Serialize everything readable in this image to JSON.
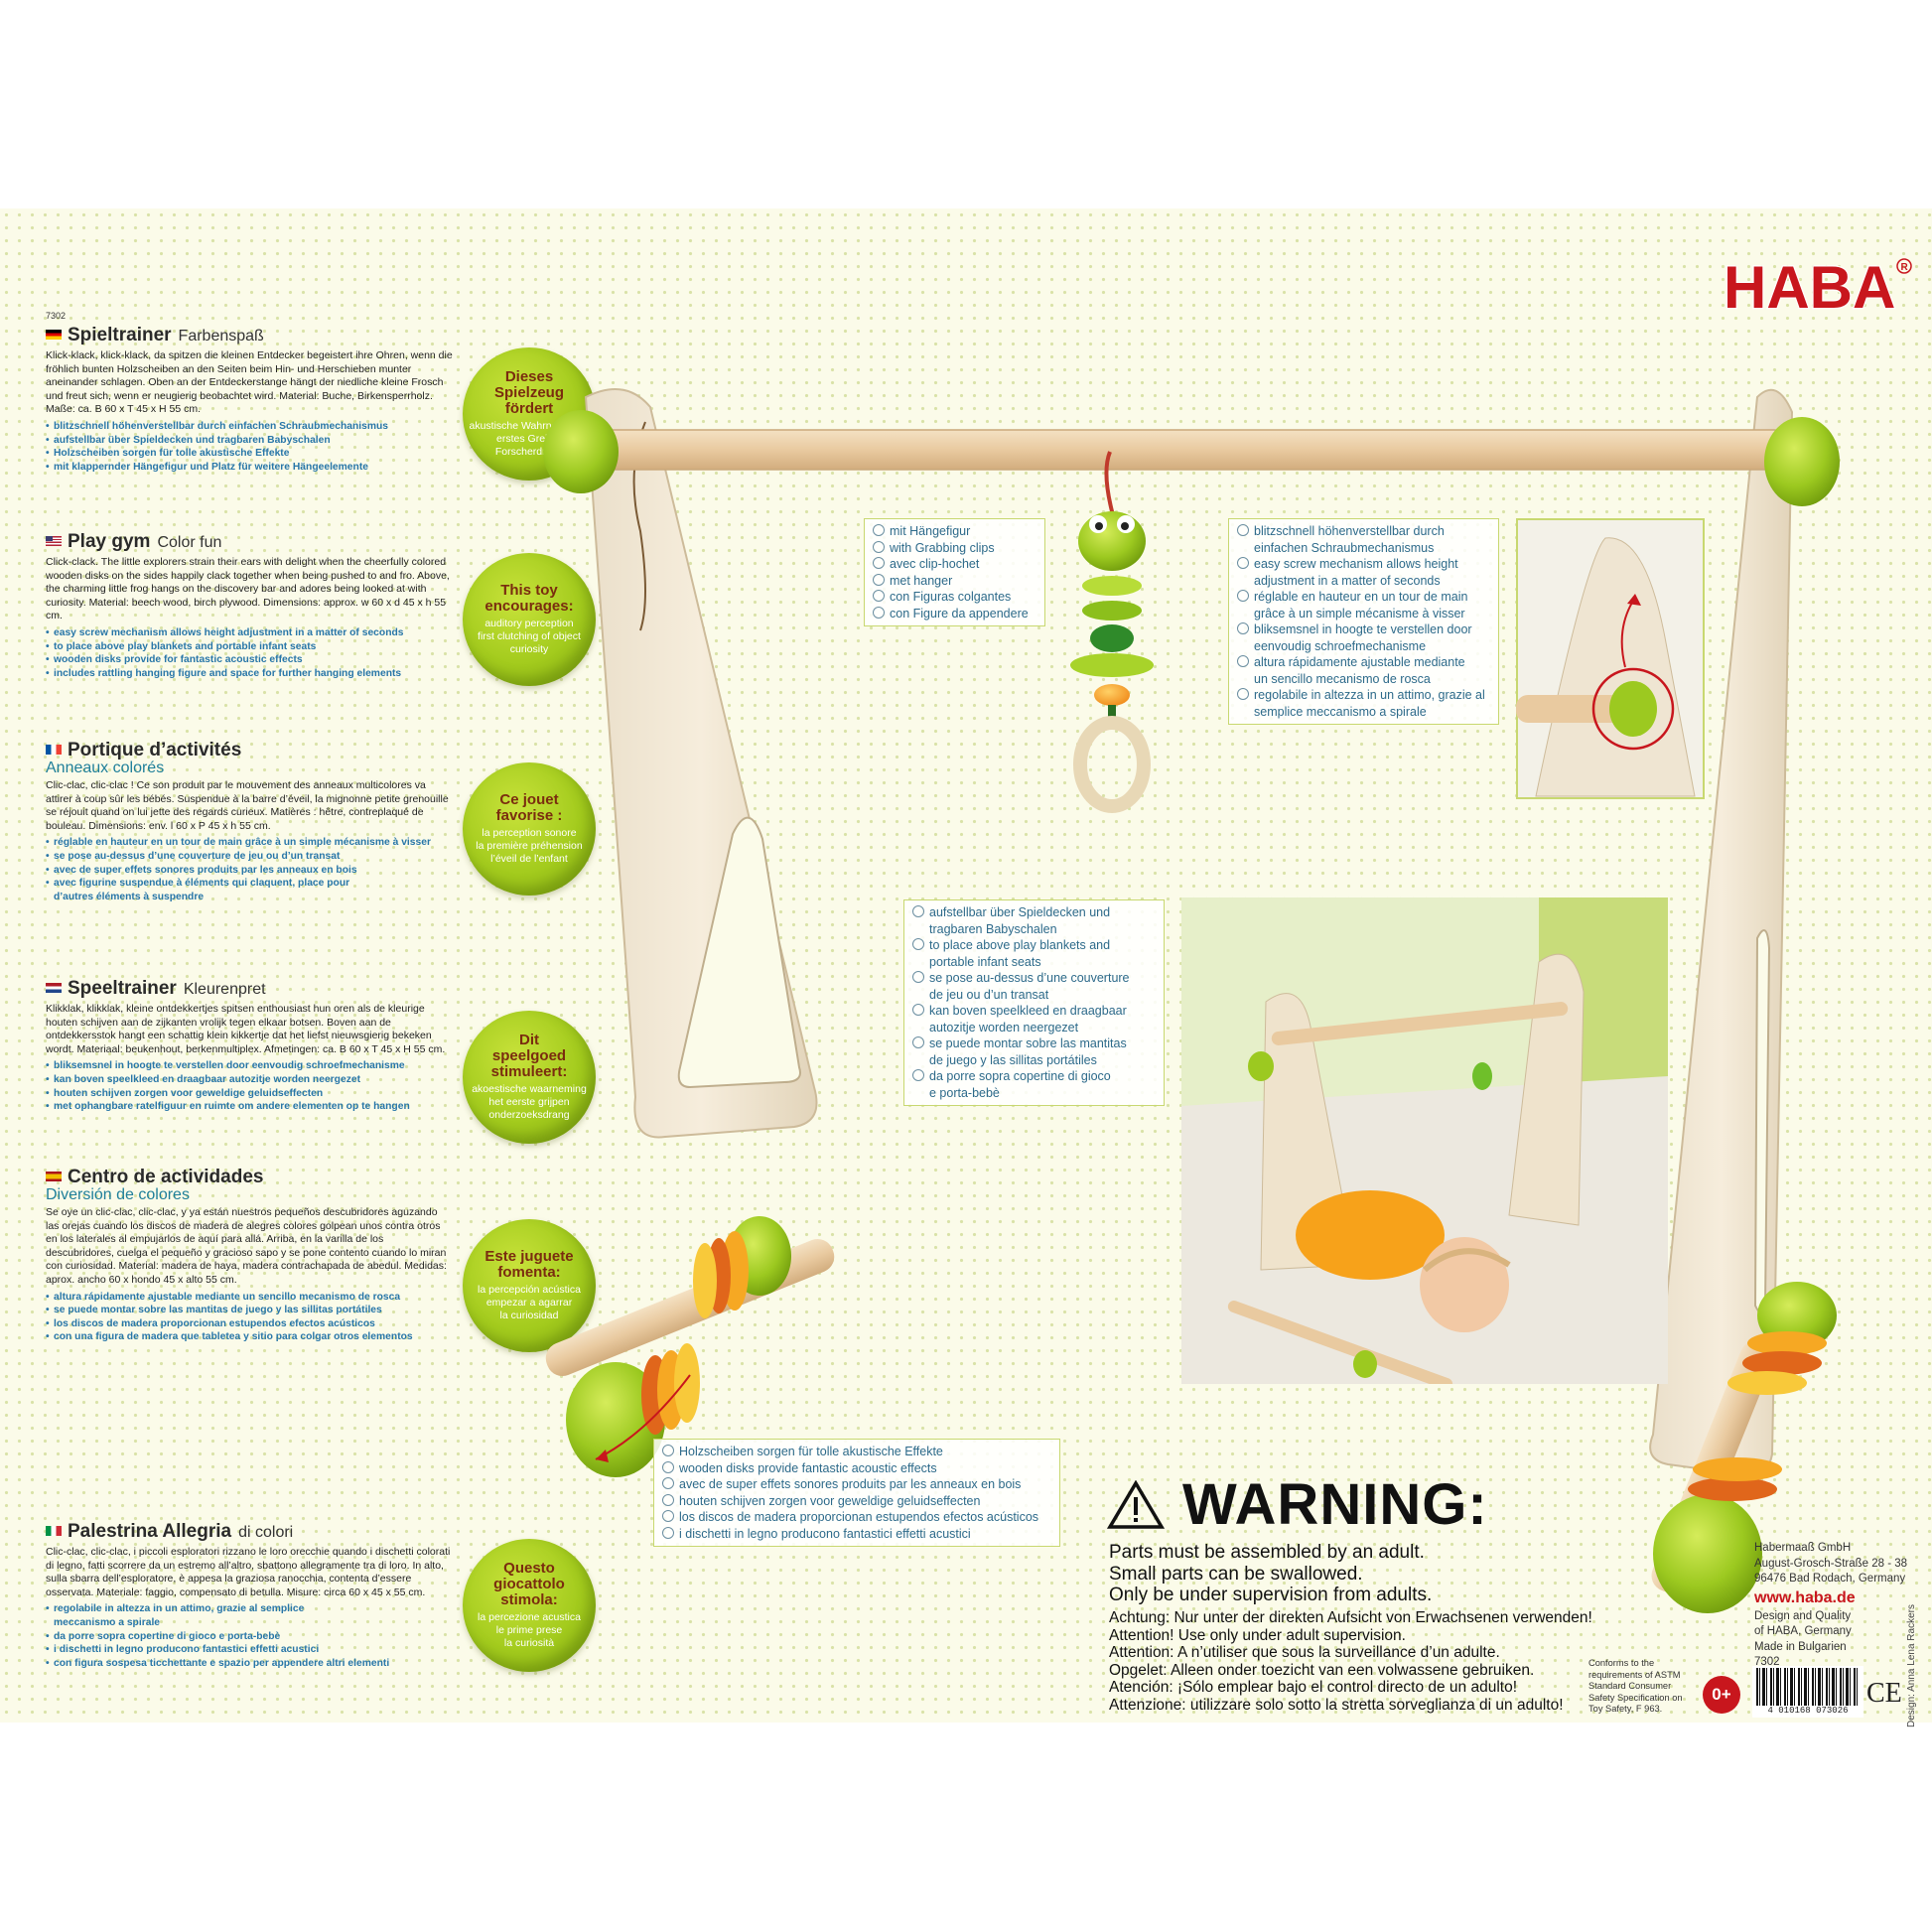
{
  "brand": {
    "logo_text": "HABA",
    "registered": "®"
  },
  "product_number": "7302",
  "languages": [
    {
      "title": "Spieltrainer",
      "subtitle": "Farbenspaß",
      "subtitle2": "",
      "body": "Klick-klack, klick-klack, da spitzen die kleinen Entdecker begeistert ihre Ohren, wenn die fröhlich bunten Holzscheiben an den Seiten beim Hin- und Herschieben munter aneinander schlagen. Oben an der Entdeckerstange hängt der niedliche kleine Frosch und freut sich, wenn er neugierig beobachtet wird. Material: Buche, Birkensperrholz. Maße: ca. B 60 x T 45 x H 55 cm.",
      "bullets": [
        "blitzschnell höhenverstellbar durch einfachen Schraubmechanismus",
        "aufstellbar über Spieldecken und tragbaren Babyschalen",
        "Holzscheiben sorgen für tolle akustische Effekte",
        "mit klappernder Hängefigur und Platz für weitere Hängeelemente"
      ]
    },
    {
      "title": "Play gym",
      "subtitle": "Color fun",
      "subtitle2": "",
      "body": "Click-clack. The little explorers strain their ears with delight when the cheerfully colored wooden disks on the sides happily clack together when being pushed to and fro. Above, the charming little frog hangs on the discovery bar and adores being looked at with curiosity. Material: beech wood, birch plywood. Dimensions: approx. w 60 x d 45 x h 55 cm.",
      "bullets": [
        "easy screw mechanism allows height adjustment in a matter of seconds",
        "to place above play blankets and portable infant seats",
        "wooden disks provide for fantastic acoustic effects",
        "includes rattling hanging figure and space for further hanging elements"
      ]
    },
    {
      "title": "Portique d’activités",
      "subtitle": "",
      "subtitle2": "Anneaux colorés",
      "body": "Clic-clac, clic-clac ! Ce son produit par le mouvement des anneaux multicolores va attirer à coup sûr les bébés. Suspendue à la barre d’éveil, la mignonne petite grenouille se réjouit quand on lui jette des regards curieux. Matières : hêtre, contreplaqué de bouleau. Dimensions: env. l 60 x P 45 x h 55 cm.",
      "bullets": [
        "réglable en hauteur en un tour de main grâce à un simple mécanisme à visser",
        "se pose au-dessus d’une couverture de jeu ou d’un transat",
        "avec de super effets sonores produits par les anneaux en bois",
        "avec figurine suspendue à éléments qui claquent, place pour d’autres éléments à suspendre"
      ]
    },
    {
      "title": "Speeltrainer",
      "subtitle": "Kleurenpret",
      "subtitle2": "",
      "body": "Klikklak, klikklak, kleine ontdekkertjes spitsen enthousiast hun oren als de kleurige houten schijven aan de zijkanten vrolijk tegen elkaar botsen. Boven aan de ontdekkersstok hangt een schattig klein kikkertje dat het liefst nieuwsgierig bekeken wordt. Materiaal: beukenhout, berkenmultiplex. Afmetingen: ca. B 60 x T 45 x H 55 cm.",
      "bullets": [
        "bliksemsnel in hoogte te verstellen door eenvoudig schroefmechanisme",
        "kan boven speelkleed en draagbaar autozitje worden neergezet",
        "houten schijven zorgen voor geweldige geluidseffecten",
        "met ophangbare ratelfiguur en ruimte om andere elementen op te hangen"
      ]
    },
    {
      "title": "Centro de actividades",
      "subtitle": "",
      "subtitle2": "Diversión de colores",
      "body": "Se oye un clic-clac, clic-clac, y ya están nuestros pequeños descubridores aguzando las orejas cuando los discos de madera de alegres colores golpean unos contra otros en los laterales al empujarlos de aquí para allá. Arriba, en la varilla de los descubridores, cuelga el pequeño y gracioso sapo y se pone contento cuando lo miran con curiosidad. Material: madera de haya, madera contrachapada de abedul. Medidas: aprox. ancho 60 x hondo 45 x alto 55 cm.",
      "bullets": [
        "altura rápidamente ajustable mediante un sencillo mecanismo de rosca",
        "se puede montar sobre las mantitas de juego y las sillitas portátiles",
        "los discos de madera proporcionan estupendos efectos acústicos",
        "con una figura de madera que tabletea y sitio para colgar otros elementos"
      ]
    },
    {
      "title": "Palestrina Allegria",
      "subtitle": "di colori",
      "subtitle2": "",
      "body": "Clic-clac, clic-clac, i piccoli esploratori rizzano le loro orecchie quando i dischetti colorati di legno, fatti scorrere da un estremo all’altro, sbattono allegramente tra di loro. In alto, sulla sbarra dell’esploratore, è appesa la graziosa ranocchia, contenta d’essere osservata. Materiale: faggio, compensato di betulla. Misure: circa 60 x 45 x 55 cm.",
      "bullets": [
        "regolabile in altezza in un attimo, grazie al semplice meccanismo a spirale",
        "da porre sopra copertine di gioco e porta-bebè",
        "i dischetti in legno producono fantastici effetti acustici",
        "con figura sospesa ticchettante e spazio per appendere altri elementi"
      ]
    }
  ],
  "bubbles": [
    {
      "title": "Dieses Spielzeug fördert",
      "lines": [
        "akustische Wahrnehmung",
        "erstes Greifen",
        "Forscherdrang"
      ]
    },
    {
      "title": "This toy encourages:",
      "lines": [
        "auditory perception",
        "first clutching of object",
        "curiosity"
      ]
    },
    {
      "title": "Ce jouet favorise :",
      "lines": [
        "la perception sonore",
        "la première préhension",
        "l’éveil de l’enfant"
      ]
    },
    {
      "title": "Dit speelgoed stimuleert:",
      "lines": [
        "akoestische waarneming",
        "het eerste grijpen",
        "onderzoeksdrang"
      ]
    },
    {
      "title": "Este juguete fomenta:",
      "lines": [
        "la percepción acústica",
        "empezar a agarrar",
        "la curiosidad"
      ]
    },
    {
      "title": "Questo giocattolo stimola:",
      "lines": [
        "la percezione acustica",
        "le prime prese",
        "la curiosità"
      ]
    }
  ],
  "callouts": {
    "figure": [
      "mit Hängefigur",
      "with Grabbing clips",
      "avec clip-hochet",
      "met hanger",
      "con Figuras colgantes",
      "con Figure da appendere"
    ],
    "screw": [
      "blitzschnell höhenverstellbar durch",
      "einfachen Schraubmechanismus",
      "easy screw mechanism allows height",
      "adjustment in a matter of seconds",
      "réglable en hauteur en un tour de main",
      "grâce à un simple mécanisme à visser",
      "bliksemsnel in hoogte te verstellen door",
      "eenvoudig schroefmechanisme",
      "altura rápidamente ajustable mediante",
      "un sencillo mecanismo de rosca",
      "regolabile in altezza in un attimo, grazie al",
      "semplice meccanismo a spirale"
    ],
    "placement": [
      "aufstellbar über Spieldecken und",
      "tragbaren Babyschalen",
      "to place above play blankets and",
      "portable infant seats",
      "se pose au-dessus d’une couverture",
      "de jeu ou d’un transat",
      "kan boven speelkleed en draagbaar",
      "autozitje worden neergezet",
      "se puede montar sobre las mantitas",
      "de juego y las sillitas portátiles",
      "da porre sopra copertine di gioco",
      "e porta-bebè"
    ],
    "disks": [
      "Holzscheiben sorgen für tolle akustische Effekte",
      "wooden disks provide fantastic acoustic effects",
      "avec de super effets sonores produits par les anneaux en bois",
      "houten schijven zorgen voor geweldige geluidseffecten",
      "los discos de madera proporcionan estupendos efectos acústicos",
      "i dischetti in legno producono fantastici effetti acustici"
    ]
  },
  "warning": {
    "title": "WARNING:",
    "en": [
      "Parts must be assembled by an adult.",
      "Small parts can be swallowed.",
      "Only be under supervision from adults."
    ],
    "multi": [
      "Achtung: Nur unter der direkten Aufsicht von Erwachsenen verwenden!",
      "Attention! Use only under adult supervision.",
      "Attention: A n’utiliser que sous la surveillance d’un adulte.",
      "Opgelet: Alleen onder toezicht van een volwassene gebruiken.",
      "Atención: ¡Sólo emplear bajo el control directo de un adulto!",
      "Attenzione: utilizzare solo sotto la stretta sorveglianza di un adulto!"
    ]
  },
  "address": {
    "company": "Habermaaß GmbH",
    "street": "August-Grosch-Straße 28 - 38",
    "city": "96476 Bad Rodach, Germany",
    "url": "www.haba.de",
    "quality": [
      "Design and Quality",
      "of HABA, Germany",
      "Made in Bulgarien",
      "7302"
    ]
  },
  "astm": [
    "Conforms to the",
    "requirements of ASTM",
    "Standard Consumer",
    "Safety Specification on",
    "Toy Safety, F 963."
  ],
  "age_badge": "0+",
  "ce_mark": "CE",
  "barcode_number": "4 010168 073026",
  "designer": "Design: Anna Lena Rackers",
  "colors": {
    "accent_green": "#a3cb1d",
    "brand_red": "#c8161d",
    "text_blue": "#2876a8",
    "callout_text": "#2d6a8a"
  }
}
